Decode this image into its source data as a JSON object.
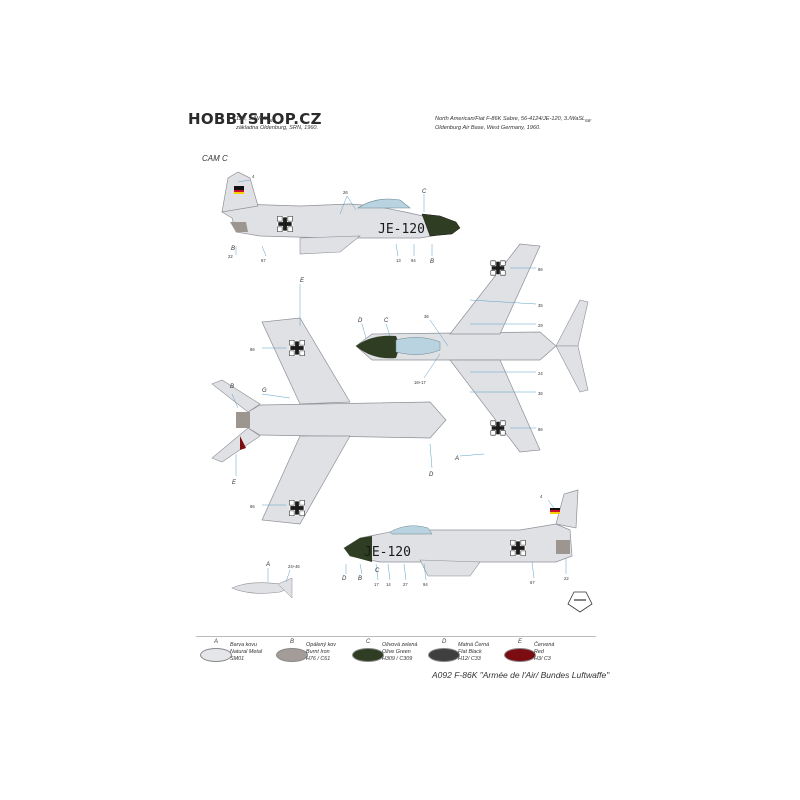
{
  "watermark": "HOBBYSHOP.CZ",
  "captions": {
    "left_line1": "120, 3./WaSL",
    "left_sub1": "66",
    "left_line2": "základna Oldenburg, SRN, 1960.",
    "right_line1": "North American/Fiat F-86K Sabre, 56-4124/JE-120, 3./WaSL",
    "right_sub1": "66",
    "right_line1_end": ",",
    "right_line2": "Oldenburg Air Base, West Germany, 1960."
  },
  "cam_label": "CAM C",
  "registration": "JE-120",
  "callouts": {
    "A": "A",
    "B": "B",
    "C": "C",
    "D": "D",
    "E": "E",
    "G": "G",
    "n4": "4",
    "n26": "26",
    "n22": "22",
    "n67": "67",
    "n13": "13",
    "n94": "94",
    "n86": "86",
    "n35": "35",
    "n29": "29",
    "n36": "36",
    "n24": "24",
    "n1617": "16+17",
    "n17": "17",
    "n14": "14",
    "n27": "27",
    "n2446": "24+46"
  },
  "legend": [
    {
      "letter": "A",
      "line1": "Barva kovu",
      "line2": "Natural Metal",
      "line3": "SM01",
      "color": "#e4e6ea"
    },
    {
      "letter": "B",
      "line1": "Opálený kov",
      "line2": "Burnt Iron",
      "line3": "H76 / C61",
      "color": "#a39c98"
    },
    {
      "letter": "C",
      "line1": "Olivová zelená",
      "line2": "Olive Green",
      "line3": "H309 / C309",
      "color": "#2f3d22"
    },
    {
      "letter": "D",
      "line1": "Matná Černá",
      "line2": "Flat Black",
      "line3": "H12/ C33",
      "color": "#3f3f3f"
    },
    {
      "letter": "E",
      "line1": "Červená",
      "line2": "Red",
      "line3": "H3/ C3",
      "color": "#7a0c12"
    }
  ],
  "footer": "A092 F-86K \"Armée de l'Air/ Bundes Luftwaffe\"",
  "colors": {
    "metal": "#dfe1e5",
    "metal_edge": "#8d9096",
    "olive": "#2f3d22",
    "black": "#262626",
    "burnt": "#9d9590",
    "leader": "#5aa0c8",
    "canopy": "#b9d3e0"
  },
  "icons": [
    "balkenkreuz-icon",
    "german-flag-icon",
    "special-hobby-logo-icon"
  ]
}
